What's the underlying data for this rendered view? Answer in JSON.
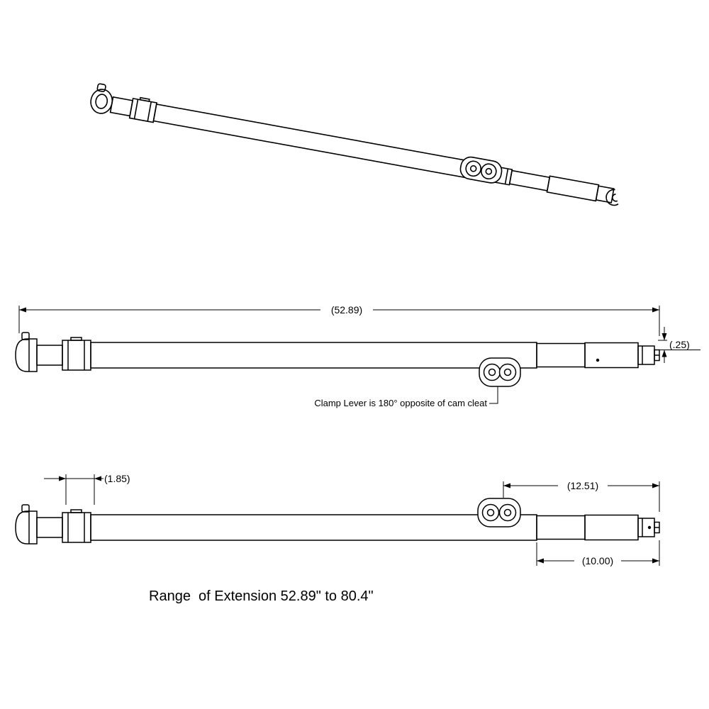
{
  "drawing": {
    "dimensions": {
      "overall_length": "(52.89)",
      "end_gap": "(.25)",
      "clamp_offset": "(1.85)",
      "upper_right_section": "(12.51)",
      "lower_right_section": "(10.00)"
    },
    "annotation": "Clamp Lever is 180° opposite of cam cleat",
    "caption": "Range  of Extension 52.89\" to 80.4\"",
    "colors": {
      "line": "#000000",
      "background": "#ffffff"
    }
  }
}
